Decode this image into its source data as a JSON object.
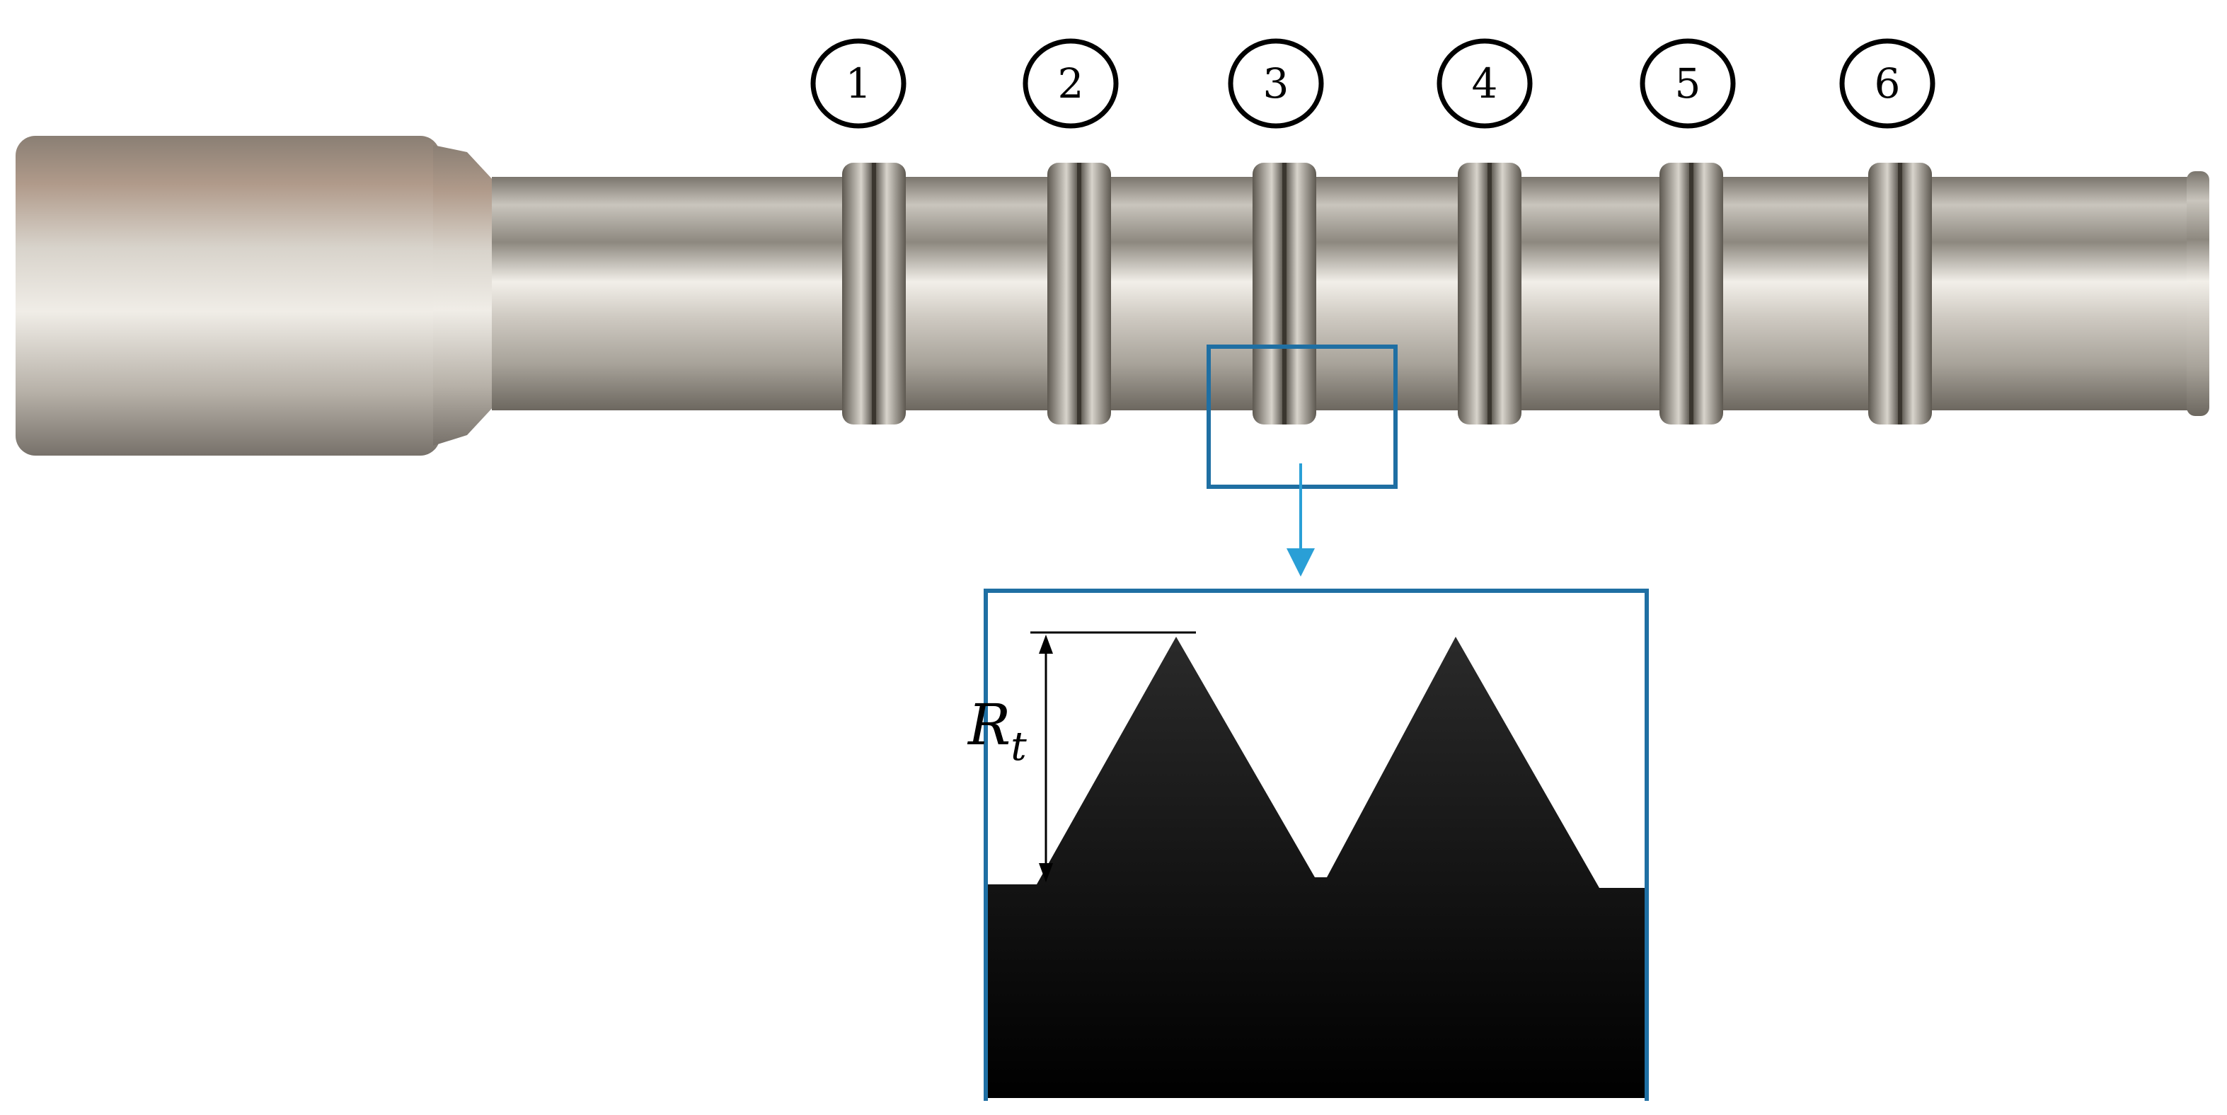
{
  "groove_labels": [
    "1",
    "2",
    "3",
    "4",
    "5",
    "6"
  ],
  "dimension_label": {
    "main": "R",
    "sub": "t"
  },
  "colors": {
    "highlight_box": "#1f6fa3",
    "arrow": "#2a9fd6",
    "metal_light": "#e6e3dc",
    "metal_mid": "#b8b3aa",
    "metal_dark": "#6f6a62",
    "profile": "#0a0a0a"
  }
}
